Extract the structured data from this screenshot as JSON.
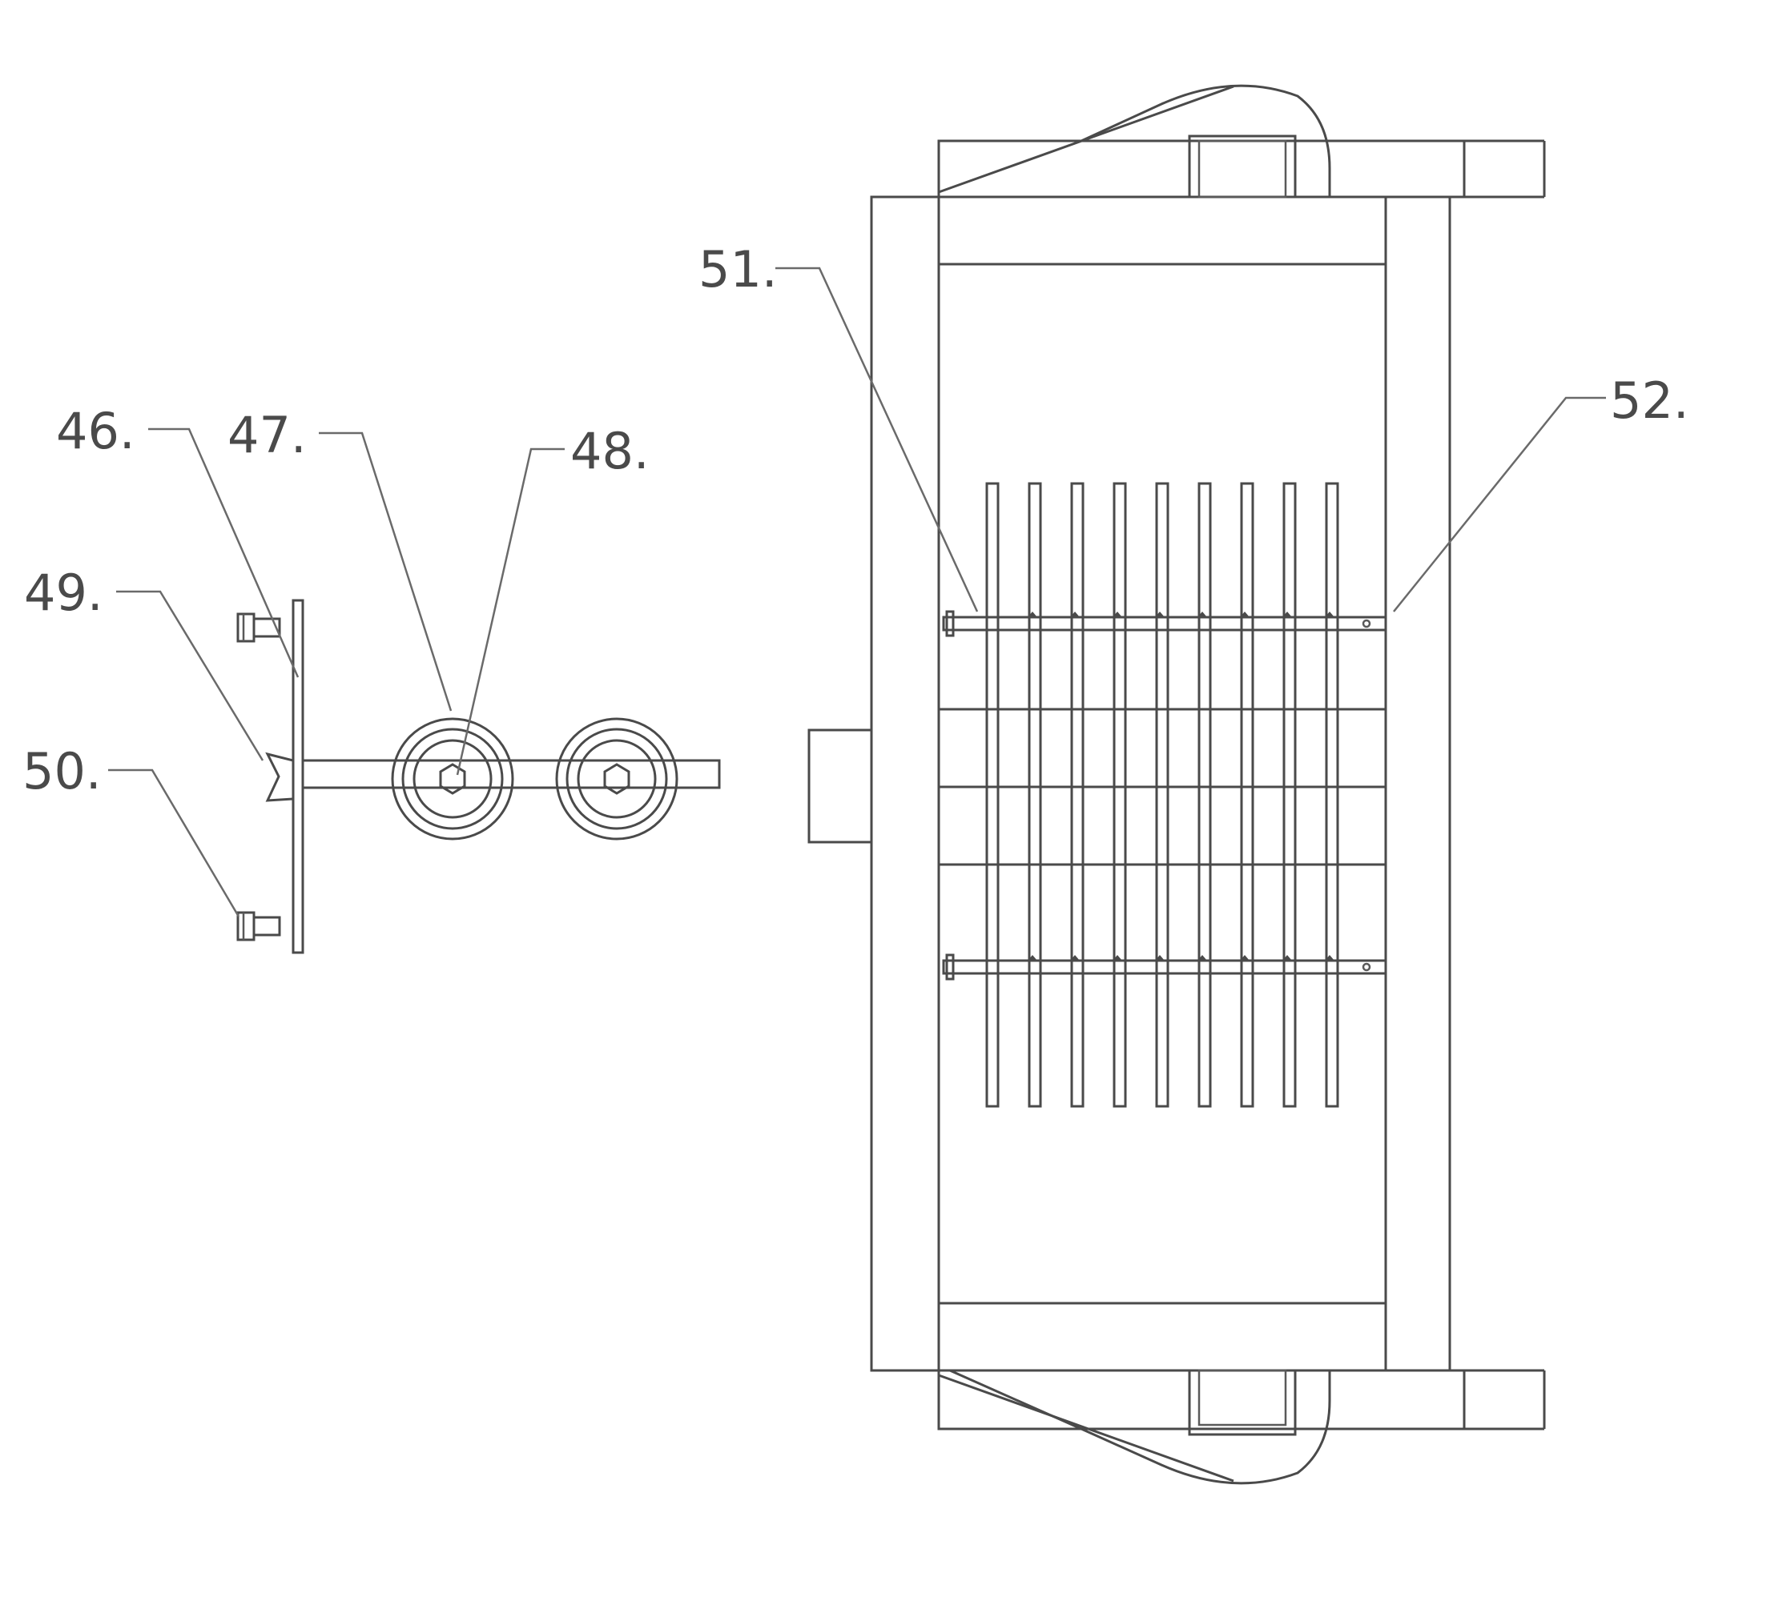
{
  "callouts": {
    "c46": "46.",
    "c47": "47.",
    "c48": "48.",
    "c49": "49.",
    "c50": "50.",
    "c51": "51.",
    "c52": "52."
  },
  "colors": {
    "line": "#4a4a4a",
    "background": "#ffffff"
  }
}
